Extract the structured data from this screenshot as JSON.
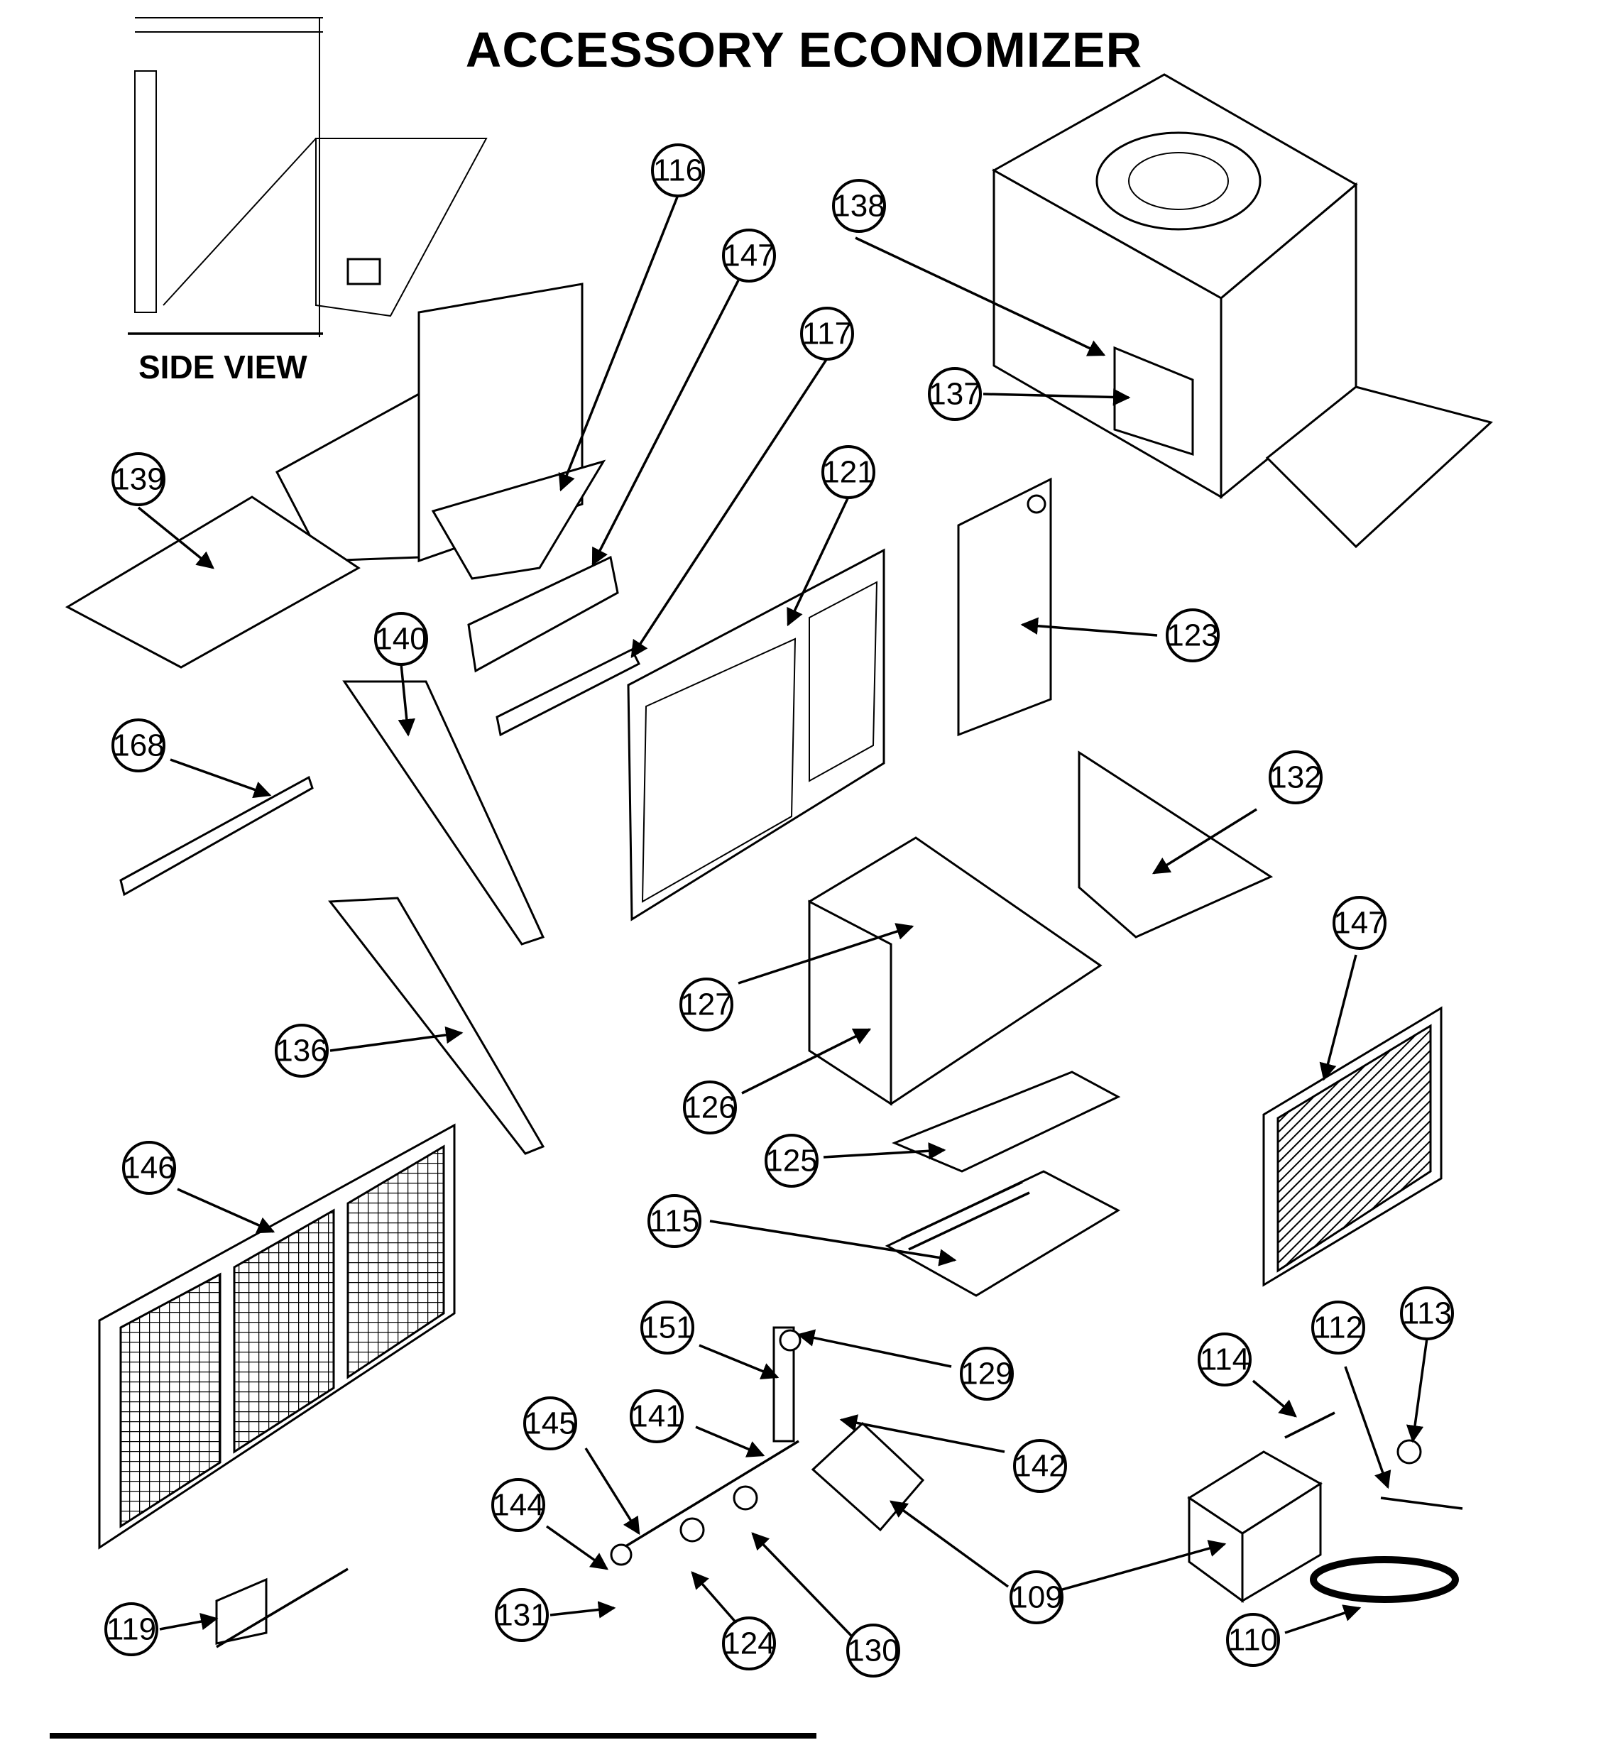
{
  "title": "ACCESSORY ECONOMIZER",
  "side_view_label": "SIDE VIEW",
  "callouts": [
    {
      "id": "116",
      "label": "116"
    },
    {
      "id": "147a",
      "label": "147"
    },
    {
      "id": "117",
      "label": "117"
    },
    {
      "id": "138",
      "label": "138"
    },
    {
      "id": "137",
      "label": "137"
    },
    {
      "id": "139",
      "label": "139"
    },
    {
      "id": "121",
      "label": "121"
    },
    {
      "id": "123",
      "label": "123"
    },
    {
      "id": "140",
      "label": "140"
    },
    {
      "id": "168",
      "label": "168"
    },
    {
      "id": "132",
      "label": "132"
    },
    {
      "id": "147b",
      "label": "147"
    },
    {
      "id": "127",
      "label": "127"
    },
    {
      "id": "136",
      "label": "136"
    },
    {
      "id": "126",
      "label": "126"
    },
    {
      "id": "146",
      "label": "146"
    },
    {
      "id": "125",
      "label": "125"
    },
    {
      "id": "115",
      "label": "115"
    },
    {
      "id": "151",
      "label": "151"
    },
    {
      "id": "129",
      "label": "129"
    },
    {
      "id": "114",
      "label": "114"
    },
    {
      "id": "112",
      "label": "112"
    },
    {
      "id": "113",
      "label": "113"
    },
    {
      "id": "145",
      "label": "145"
    },
    {
      "id": "141",
      "label": "141"
    },
    {
      "id": "142",
      "label": "142"
    },
    {
      "id": "144",
      "label": "144"
    },
    {
      "id": "109",
      "label": "109"
    },
    {
      "id": "119",
      "label": "119"
    },
    {
      "id": "131",
      "label": "131"
    },
    {
      "id": "124",
      "label": "124"
    },
    {
      "id": "130",
      "label": "130"
    },
    {
      "id": "110",
      "label": "110"
    }
  ]
}
